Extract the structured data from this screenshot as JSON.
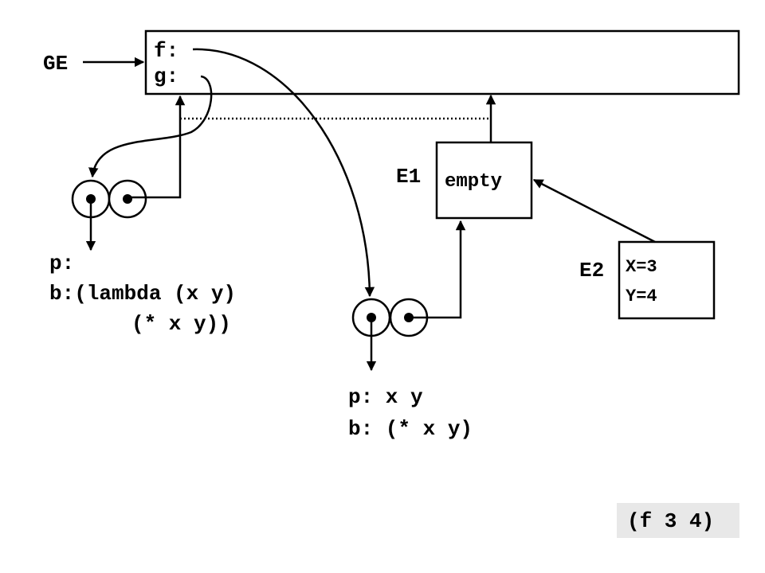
{
  "global_env": {
    "label": "GE",
    "bindings": [
      "f:",
      "g:"
    ]
  },
  "env_e1": {
    "label": "E1",
    "content": "empty"
  },
  "env_e2": {
    "label": "E2",
    "bindings": [
      "X=3",
      "Y=4"
    ]
  },
  "procedure_g": {
    "params": "p:",
    "body_line1": "b:(lambda (x y)",
    "body_line2": "(* x y))"
  },
  "procedure_f": {
    "params": "p: x y",
    "body": "b: (* x y)"
  },
  "call_expression": "(f 3 4)"
}
